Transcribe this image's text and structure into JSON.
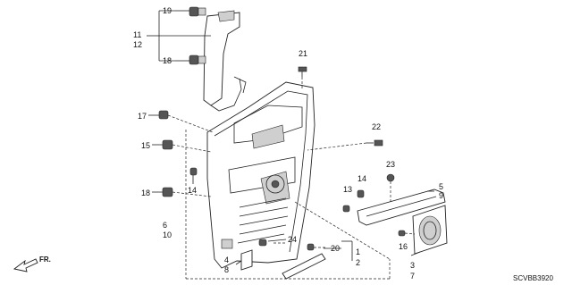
{
  "labels": {
    "l19": "19",
    "l11": "11",
    "l12": "12",
    "l18a": "18",
    "l21": "21",
    "l17": "17",
    "l15": "15",
    "l18b": "18",
    "l14a": "14",
    "l6": "6",
    "l10": "10",
    "l22": "22",
    "l23": "23",
    "l14b": "14",
    "l13": "13",
    "l5": "5",
    "l9": "9",
    "l16": "16",
    "l3": "3",
    "l7": "7",
    "l24": "24",
    "l20": "20",
    "l1": "1",
    "l2": "2",
    "l4": "4",
    "l8": "8"
  },
  "direction_label": "FR.",
  "diagram_code": "SCVBB3920"
}
